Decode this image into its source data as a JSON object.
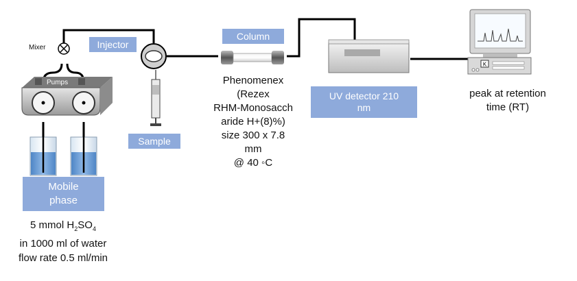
{
  "labels": {
    "mixer": "Mixer",
    "pumps": "Pumps",
    "injector": "Injector",
    "column": "Column",
    "sample": "Sample",
    "uv_detector_line1": "UV detector 210",
    "uv_detector_line2": "nm",
    "mobile_phase_line1": "Mobile",
    "mobile_phase_line2": "phase"
  },
  "column_info": {
    "lines": [
      "Phenomenex",
      "(Rezex",
      "RHM-Monosacch",
      "aride H+(8)%)",
      "size 300 x 7.8",
      "mm",
      "@ 40 ◦C"
    ]
  },
  "mobile_phase_info": {
    "line1_prefix": "5 mmol H",
    "sub_2": "2",
    "line1_mid": "SO",
    "sub_4": "4",
    "line2": "in 1000 ml of water",
    "line3": "flow rate 0.5 ml/min"
  },
  "output_info": {
    "line1": "peak at retention",
    "line2": "time (RT)"
  },
  "computer": {
    "keyboard_key": "K"
  },
  "colors": {
    "label_box": "#8eaadb",
    "pipe": "#000000",
    "device_gray": "#cfcfcf",
    "liquid_blue": "#6b9bd2"
  }
}
